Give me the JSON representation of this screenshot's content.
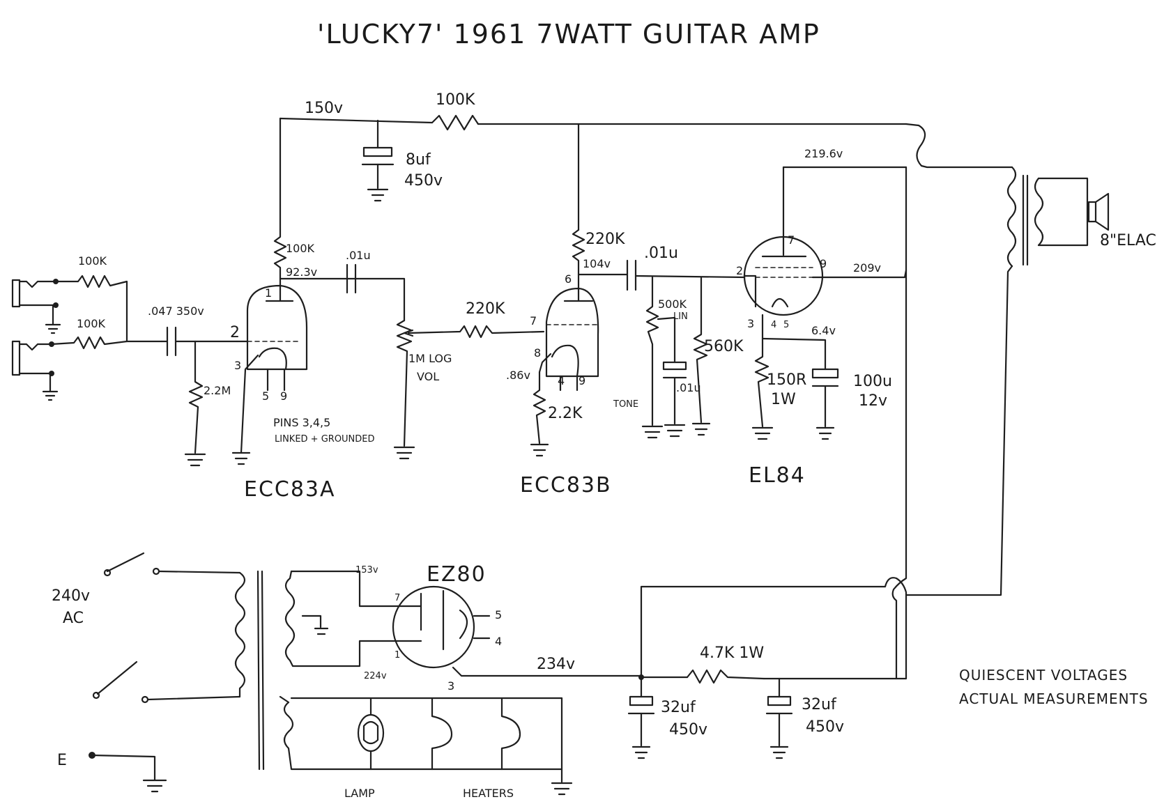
{
  "title": "'LUCKY7'   1961   7WATT GUITAR AMP",
  "voltages": {
    "rail_150": "150v",
    "rail_219": "219.6v",
    "plate_a": "92.3v",
    "plate_b": "104v",
    "cathode_b": ".86v",
    "el84_cathode": "6.4v",
    "el84_screen": "209v",
    "ez80_a": "153v",
    "ez80_b": "224v",
    "ez80_out": "234v"
  },
  "components": {
    "r_dropper": "100K",
    "cap_8uf": "8uf",
    "cap_8uf_v": "450v",
    "r_in1": "100K",
    "r_in2": "100K",
    "cap_in": ".047 350v",
    "r_grid": "2.2M",
    "r_plate_a": "100K",
    "cap_couple_a": ".01u",
    "pot_vol": "1M LOG",
    "pot_vol_name": "VOL",
    "r_220_grid": "220K",
    "r_plate_b": "220K",
    "cap_couple_b": ".01u",
    "r_cath_b": "2.2K",
    "pot_tone": "500K",
    "pot_tone_type": "LIN",
    "tone_name": "TONE",
    "cap_tone": ".01u",
    "r_grid_el84": "560K",
    "r_cath_el84": "150R",
    "r_cath_el84_w": "1W",
    "cap_cath_el84": "100u",
    "cap_cath_el84_v": "12v",
    "speaker": "8\"ELAC",
    "r_filter": "4.7K 1W",
    "cap_f1": "32uf",
    "cap_f1_v": "450v",
    "cap_f2": "32uf",
    "cap_f2_v": "450v"
  },
  "pins": {
    "a1": "1",
    "a2": "2",
    "a3": "3",
    "a5": "5",
    "a9": "9",
    "b6": "6",
    "b7": "7",
    "b8": "8",
    "b4": "4",
    "b9": "9",
    "el2": "2",
    "el7": "7",
    "el9": "9",
    "el3": "3",
    "el4": "4",
    "el5": "5",
    "ez7": "7",
    "ez1": "1",
    "ez3": "3",
    "ez5": "5",
    "ez4": "4"
  },
  "notes": {
    "pins_note1": "PINS 3,4,5",
    "pins_note2": "LINKED + GROUNDED",
    "quiescent1": "QUIESCENT VOLTAGES",
    "quiescent2": "ACTUAL MEASUREMENTS"
  },
  "tubes": {
    "ecc83a": "ECC83A",
    "ecc83b": "ECC83B",
    "el84": "EL84",
    "ez80": "EZ80"
  },
  "mains": {
    "supply": "240v",
    "ac": "AC",
    "earth": "E",
    "lamp": "LAMP",
    "heaters": "HEATERS"
  }
}
